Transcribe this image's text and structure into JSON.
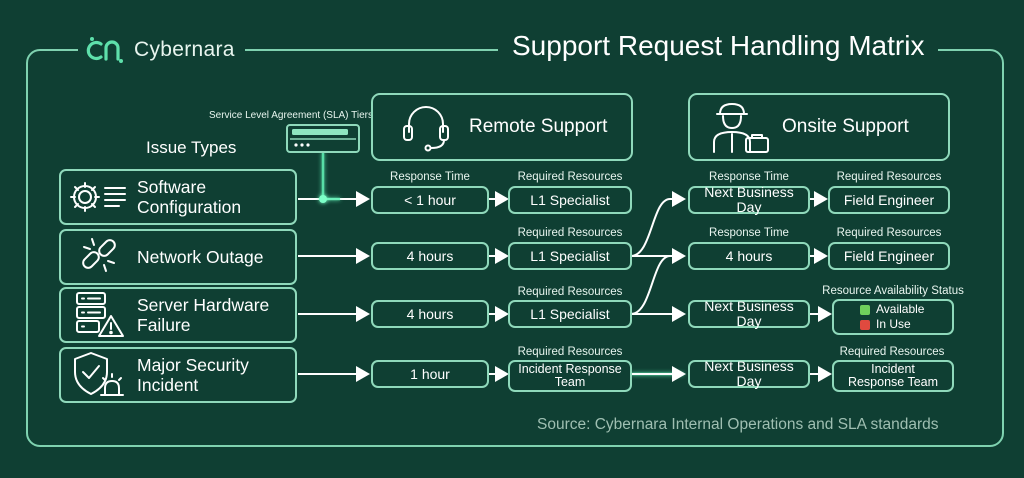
{
  "brand": {
    "name": "Cybernara"
  },
  "title": "Support Request Handling Matrix",
  "sla_label": "Service Level Agreement (SLA) Tiers",
  "issue_types_label": "Issue Types",
  "headers": {
    "remote": "Remote Support",
    "onsite": "Onsite Support"
  },
  "issues": [
    {
      "label_line1": "Software",
      "label_line2": "Configuration",
      "icon": "gear-list-icon"
    },
    {
      "label_line1": "Network Outage",
      "label_line2": "",
      "icon": "broken-link-icon"
    },
    {
      "label_line1": "Server Hardware",
      "label_line2": "Failure",
      "icon": "server-warning-icon"
    },
    {
      "label_line1": "Major Security",
      "label_line2": "Incident",
      "icon": "shield-alarm-icon"
    }
  ],
  "remote": [
    {
      "time_caption": "Response Time",
      "time": "< 1 hour",
      "res_caption": "Required Resources",
      "resource": "L1 Specialist"
    },
    {
      "time_caption": "",
      "time": "4 hours",
      "res_caption": "Required Resources",
      "resource": "L1 Specialist"
    },
    {
      "time_caption": "",
      "time": "4 hours",
      "res_caption": "Required Resources",
      "resource": "L1 Specialist"
    },
    {
      "time_caption": "",
      "time": "1 hour",
      "res_caption": "Required Resources",
      "resource": "Incident Response Team"
    }
  ],
  "onsite": [
    {
      "time_caption": "Response Time",
      "time": "Next Business Day",
      "res_caption": "Required Resources",
      "resource": "Field Engineer"
    },
    {
      "time_caption": "Response Time",
      "time": "4 hours",
      "res_caption": "Required Resources",
      "resource": "Field Engineer"
    },
    {
      "time_caption": "",
      "time": "Next Business Day",
      "res_caption": "Resource Availability Status",
      "resource": ""
    },
    {
      "time_caption": "",
      "time": "Next Business Day",
      "res_caption": "Required Resources",
      "resource": "Incident Response Team"
    }
  ],
  "availability": {
    "available": "Available",
    "available_color": "#6fcf5c",
    "in_use": "In Use",
    "in_use_color": "#e04a3f"
  },
  "source": "Source: Cybernara Internal Operations and SLA standards",
  "colors": {
    "background": "#0f3f33",
    "line": "#8fd9bb",
    "glow": "#5ff0b4"
  }
}
